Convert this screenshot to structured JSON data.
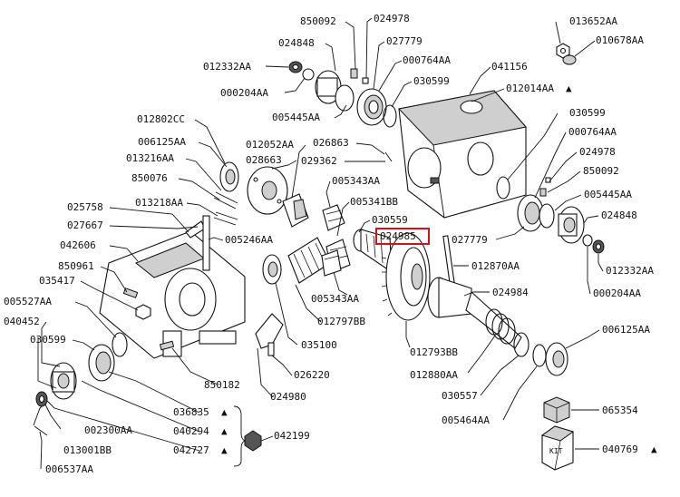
{
  "diagram": {
    "highlighted_part": "024985",
    "highlight_color": "#d0121b",
    "labels": {
      "p850092_top": "850092",
      "p024978_top": "024978",
      "p024848_top": "024848",
      "p027779_top": "027779",
      "p012332AA_top": "012332AA",
      "p000764AA_top": "000764AA",
      "p041156": "041156",
      "p030599_top": "030599",
      "p000204AA_top": "000204AA",
      "p012014AA": "012014AA",
      "p005445AA_top": "005445AA",
      "p013652AA": "013652AA",
      "p010678AA": "010678AA",
      "p012802CC": "012802CC",
      "p006125AA_left": "006125AA",
      "p012052AA": "012052AA",
      "p013216AA": "013216AA",
      "p028663": "028663",
      "p026863": "026863",
      "p029362": "029362",
      "p850076": "850076",
      "p005343AA_top": "005343AA",
      "p013218AA": "013218AA",
      "p005341BB": "005341BB",
      "p025758": "025758",
      "p027667": "027667",
      "p005246AA": "005246AA",
      "p030559": "030559",
      "p042606": "042606",
      "p024985": "024985",
      "p850961": "850961",
      "p035417": "035417",
      "p005527AA": "005527AA",
      "p040452": "040452",
      "p030599_left": "030599",
      "p005343AA_bottom": "005343AA",
      "p012797BB": "012797BB",
      "p035100": "035100",
      "p026220": "026220",
      "p850182": "850182",
      "p024980": "024980",
      "p036835": "036835",
      "p040294": "040294",
      "p042727": "042727",
      "p042199": "042199",
      "p002300AA": "002300AA",
      "p013001BB": "013001BB",
      "p006537AA": "006537AA",
      "p030599_right": "030599",
      "p000764AA_right": "000764AA",
      "p024978_right": "024978",
      "p850092_right": "850092",
      "p005445AA_right": "005445AA",
      "p024848_right": "024848",
      "p027779_right": "027779",
      "p012870AA": "012870AA",
      "p012332AA_right": "012332AA",
      "p024984": "024984",
      "p000204AA_right": "000204AA",
      "p012793BB": "012793BB",
      "p012880AA": "012880AA",
      "p006125AA_right": "006125AA",
      "p030557": "030557",
      "p005464AA": "005464AA",
      "p065354": "065354",
      "p040769": "040769",
      "kit_label": "KIT",
      "triangle": "▲"
    }
  }
}
